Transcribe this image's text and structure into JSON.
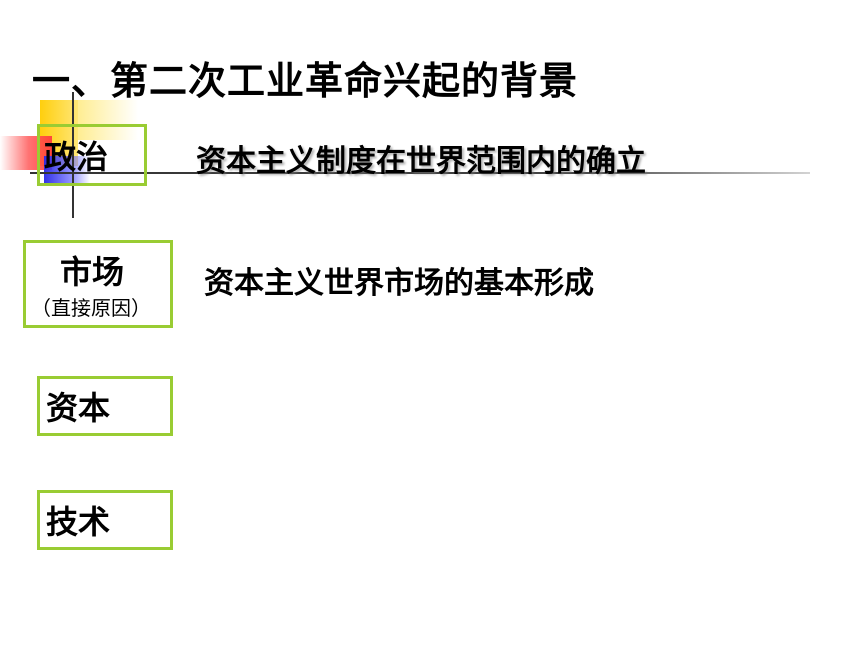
{
  "slide": {
    "title": "一、第二次工业革命兴起的背景",
    "items": [
      {
        "label": "政治",
        "sublabel": "",
        "description": "资本主义制度在世界范围内的确立"
      },
      {
        "label": "市场",
        "sublabel": "（直接原因）",
        "description": "资本主义世界市场的基本形成"
      },
      {
        "label": "资本",
        "sublabel": "",
        "description": ""
      },
      {
        "label": "技术",
        "sublabel": "",
        "description": ""
      }
    ]
  },
  "colors": {
    "box_border": "#99cc33",
    "text": "#000000",
    "accent_yellow": "#ffcc00",
    "accent_red": "#ff3c3c",
    "accent_blue": "#2828e6"
  }
}
